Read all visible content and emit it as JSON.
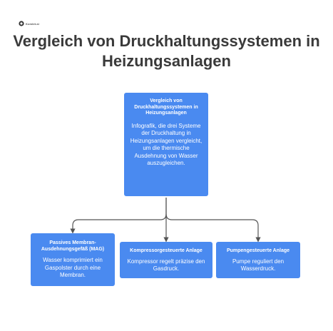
{
  "logo": {
    "text": "Komkit.ai",
    "icon": "napkin-logo-icon"
  },
  "title": "Vergleich von Druckhaltungssystemen in Heizungsanlagen",
  "root": {
    "title": "Vergleich von Druckhaltungssystemen in Heizungsanlagen",
    "description": "Infografik, die drei Systeme der Druckhaltung in Heizungsanlagen vergleicht, um die thermische Ausdehnung von Wasser auszugleichen."
  },
  "children": [
    {
      "title": "Passives Membran-Ausdehnungsgefäß (MAG)",
      "description": "Wasser komprimiert ein Gaspolster durch eine Membran."
    },
    {
      "title": "Kompressorgesteuerte Anlage",
      "description": "Kompressor regelt präzise den Gasdruck."
    },
    {
      "title": "Pumpengesteuerte Anlage",
      "description": "Pumpe reguliert den Wasserdruck."
    }
  ],
  "colors": {
    "box": "#4a8af0",
    "title": "#3a3a3a",
    "connector": "#555555"
  }
}
